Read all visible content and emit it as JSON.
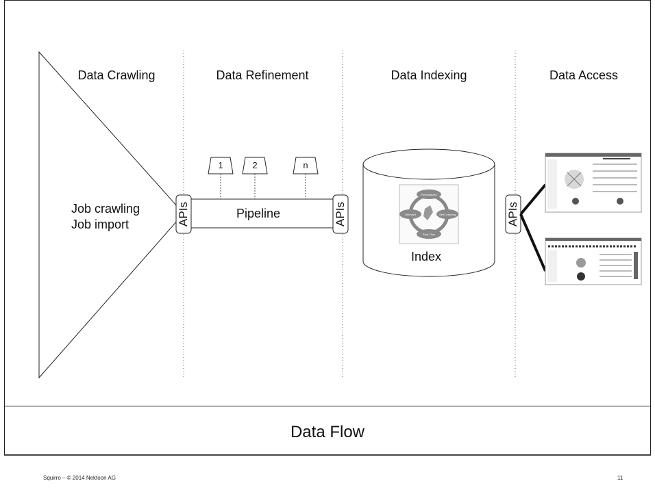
{
  "stages": [
    {
      "title": "Data Crawling"
    },
    {
      "title": "Data Refinement"
    },
    {
      "title": "Data Indexing"
    },
    {
      "title": "Data Access"
    }
  ],
  "crawling_items": [
    "Job crawling",
    "Job import"
  ],
  "pipeline_label": "Pipeline",
  "api_label": "APIs",
  "pipeline_stages": [
    "1",
    "2",
    "n"
  ],
  "index_label": "Index",
  "index_diagram_labels": [
    "Personalized",
    "Relevant",
    "Self-Learning",
    "Real-Time"
  ],
  "footer_title": "Data Flow",
  "copyright": "Squirro – © 2014 Nektoon AG",
  "page_number": "11"
}
